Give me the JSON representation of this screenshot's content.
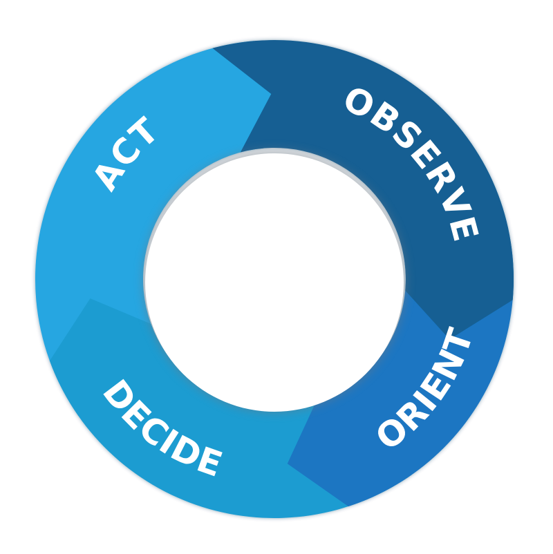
{
  "diagram": {
    "stages": [
      {
        "id": "observe",
        "label": "OBSERVE",
        "color": "#125E93"
      },
      {
        "id": "orient",
        "label": "ORIENT",
        "color": "#1A76C2"
      },
      {
        "id": "decide",
        "label": "DECIDE",
        "color": "#1E9CD1"
      },
      {
        "id": "act",
        "label": "ACT",
        "color": "#26A6E1"
      }
    ],
    "center_color": "#ffffff"
  }
}
